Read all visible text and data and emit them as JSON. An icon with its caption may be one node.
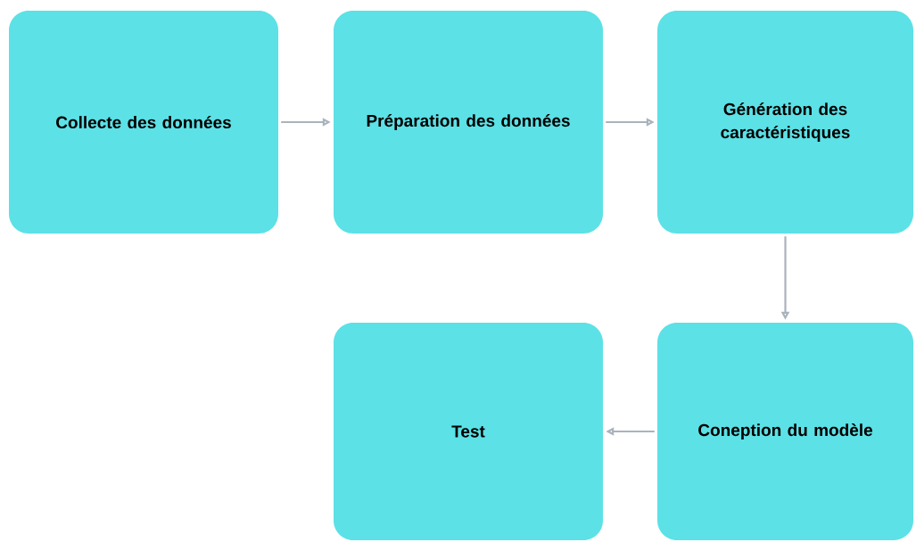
{
  "diagram": {
    "nodes": [
      {
        "text": [
          "Collecte des données"
        ]
      },
      {
        "text": [
          "Préparation des données"
        ]
      },
      {
        "text": [
          "Génération des caractéristiques"
        ]
      },
      {
        "text": [
          "Test"
        ]
      },
      {
        "text": [
          "Coneption du modèle"
        ]
      }
    ],
    "edges": [
      {
        "from": 0,
        "to": 1,
        "arrow": "to"
      },
      {
        "from": 1,
        "to": 2,
        "arrow": "to"
      },
      {
        "from": 2,
        "to": 4,
        "arrow": "to"
      },
      {
        "from": 4,
        "to": 3,
        "arrow": "to"
      }
    ]
  }
}
